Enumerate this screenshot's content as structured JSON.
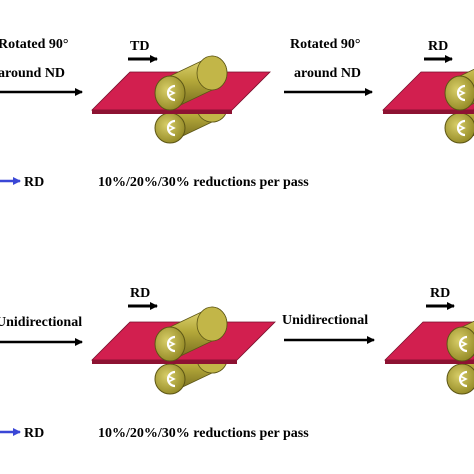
{
  "colors": {
    "sheet": "#d21f4f",
    "sheet_dark": "#8d1232",
    "roller": "#b5a93a",
    "roller_dark": "#6f661c",
    "roller_light": "#e4da7a",
    "rd_legend_arrow": "#3a47d6",
    "arrow": "#000000"
  },
  "rows": [
    {
      "step1_label_line1": "Rotated 90°",
      "step1_label_line2": "around ND",
      "mill1_direction": "TD",
      "step2_label_line1": "Rotated 90°",
      "step2_label_line2": "around ND",
      "mill2_direction": "RD",
      "legend_direction": "RD",
      "reductions": "10%/20%/30% reductions per pass"
    },
    {
      "step1_label_line1": "Unidirectional",
      "mill1_direction": "RD",
      "step2_label_line1": "Unidirectional",
      "mill2_direction": "RD",
      "legend_direction": "RD",
      "reductions": "10%/20%/30% reductions per pass"
    }
  ]
}
